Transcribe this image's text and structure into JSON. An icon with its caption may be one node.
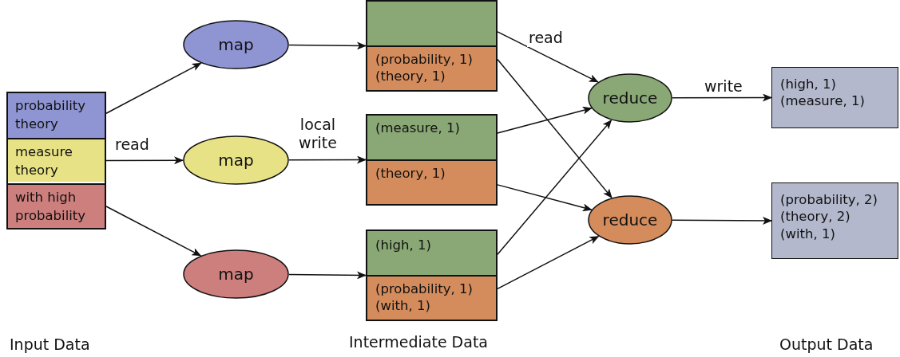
{
  "diagram": {
    "nodes": [
      {
        "text": [],
        "shape": "box"
      },
      {
        "text": [
          "probability theory"
        ],
        "in": 0
      },
      {
        "text": [
          "measure theory"
        ],
        "in": 0
      },
      {
        "text": [
          "with high probability"
        ],
        "in": 0
      },
      {
        "text": [
          "map"
        ]
      },
      {
        "text": [
          "map"
        ]
      },
      {
        "text": [
          "map"
        ]
      },
      {
        "text": [],
        "shape": "box"
      },
      {
        "text": [],
        "shape": "box",
        "in": 7
      },
      {
        "text": [
          "(probability, 1)",
          "(theory, 1)"
        ],
        "in": 7
      },
      {
        "text": [],
        "shape": "box"
      },
      {
        "text": [
          "(measure, 1)"
        ],
        "in": 10
      },
      {
        "text": [
          "(theory, 1)"
        ],
        "in": 10
      },
      {
        "text": [],
        "shape": "box"
      },
      {
        "text": [
          "(high, 1)"
        ],
        "in": 13
      },
      {
        "text": [
          "(probability, 1)",
          "(with, 1)"
        ],
        "in": 13
      },
      {
        "text": [
          "reduce"
        ]
      },
      {
        "text": [
          "reduce"
        ]
      },
      {
        "text": [
          "(high, 1)",
          "(measure, 1)"
        ]
      },
      {
        "text": [
          "(probability, 2)",
          "(theory, 2)",
          "(with, 1)"
        ]
      }
    ],
    "edges": [
      {
        "from": 1,
        "to": 4,
        "arrow": "to"
      },
      {
        "from": 2,
        "to": 5,
        "arrow": "to",
        "label": "read"
      },
      {
        "from": 3,
        "to": 6,
        "arrow": "to"
      },
      {
        "from": 4,
        "to": 7,
        "arrow": "to"
      },
      {
        "from": 5,
        "to": 10,
        "arrow": "to",
        "label": "local write"
      },
      {
        "from": 6,
        "to": 13,
        "arrow": "to"
      },
      {
        "from": 8,
        "to": 16,
        "arrow": "to",
        "label": "read"
      },
      {
        "from": 9,
        "to": 17,
        "arrow": "to"
      },
      {
        "from": 11,
        "to": 16,
        "arrow": "to"
      },
      {
        "from": 12,
        "to": 17,
        "arrow": "to"
      },
      {
        "from": 14,
        "to": 16,
        "arrow": "to"
      },
      {
        "from": 15,
        "to": 17,
        "arrow": "to"
      },
      {
        "from": 16,
        "to": 18,
        "arrow": "to",
        "label": "write"
      },
      {
        "from": 17,
        "to": 19,
        "arrow": "to"
      }
    ],
    "labels": [
      "Input Data",
      "Intermediate Data",
      "Output Data"
    ]
  }
}
